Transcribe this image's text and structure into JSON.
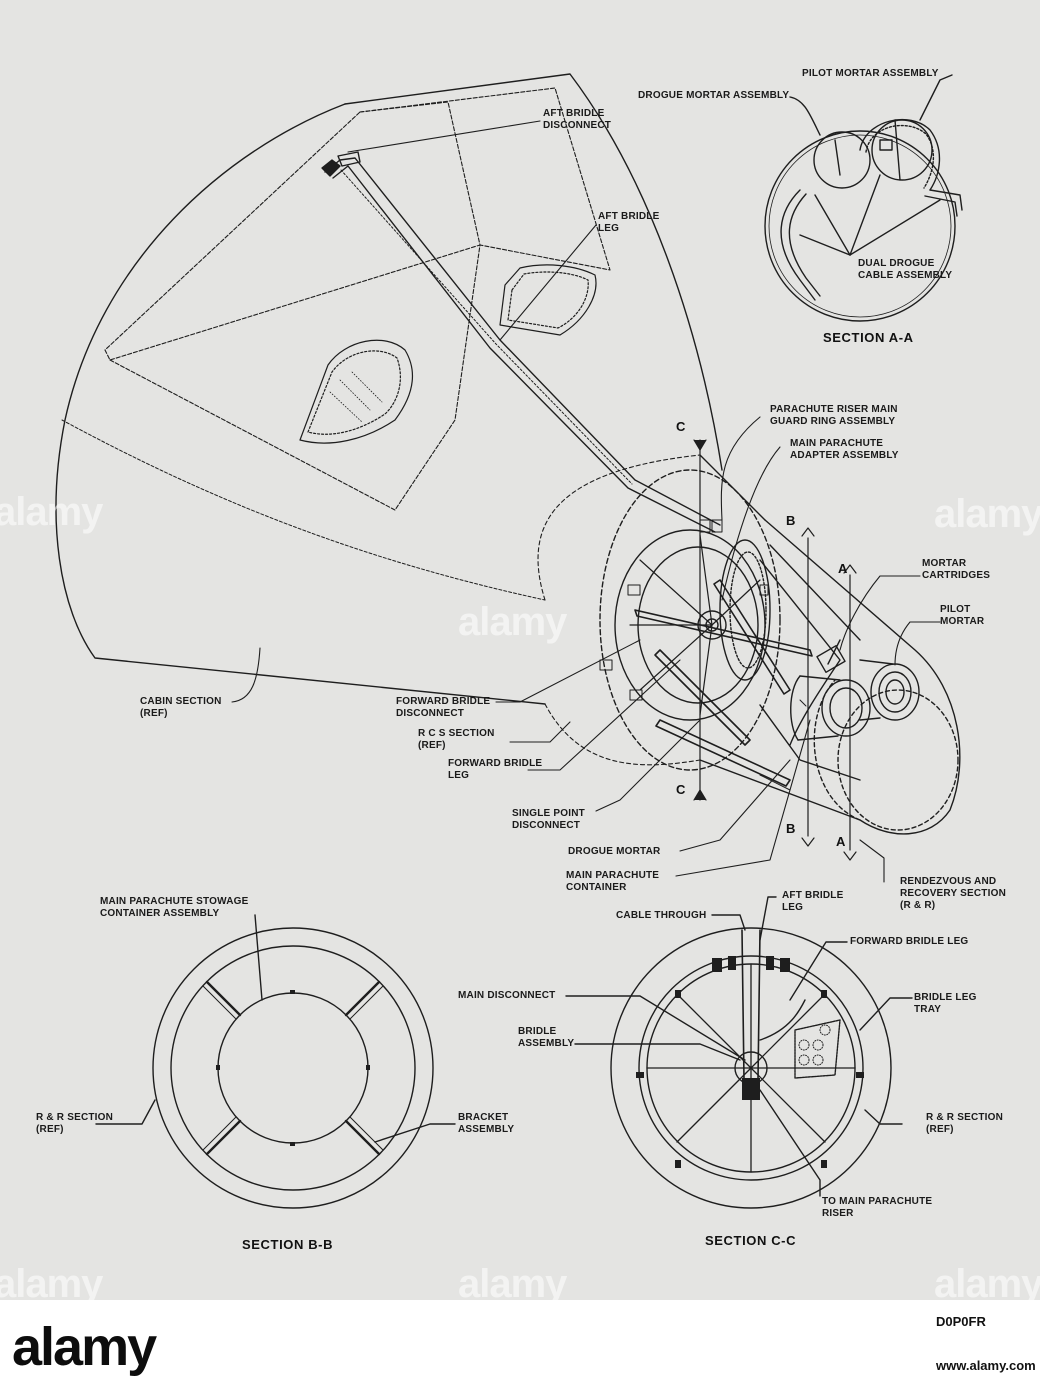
{
  "labels": {
    "aft_bridle_disconnect": [
      "AFT BRIDLE",
      "DISCONNECT"
    ],
    "aft_bridle_leg": [
      "AFT BRIDLE",
      "LEG"
    ],
    "drogue_mortar_assembly": [
      "DROGUE MORTAR ASSEMBLY"
    ],
    "pilot_mortar_assembly": [
      "PILOT MORTAR ASSEMBLY"
    ],
    "dual_drogue_cable_assembly": [
      "DUAL DROGUE",
      "CABLE ASSEMBLY"
    ],
    "riser_guard_ring": [
      "PARACHUTE RISER MAIN",
      "GUARD RING ASSEMBLY"
    ],
    "main_parachute_adapter": [
      "MAIN PARACHUTE",
      "ADAPTER ASSEMBLY"
    ],
    "mortar_cartridges": [
      "MORTAR",
      "CARTRIDGES"
    ],
    "pilot_mortar": [
      "PILOT",
      "MORTAR"
    ],
    "cabin_section": [
      "CABIN SECTION",
      "(REF)"
    ],
    "forward_bridle_disconnect": [
      "FORWARD BRIDLE",
      "DISCONNECT"
    ],
    "rcs_section": [
      "R C S SECTION",
      "(REF)"
    ],
    "forward_bridle_leg": [
      "FORWARD BRIDLE",
      "LEG"
    ],
    "single_point_disconnect": [
      "SINGLE POINT",
      "DISCONNECT"
    ],
    "drogue_mortar": [
      "DROGUE MORTAR"
    ],
    "main_parachute_container": [
      "MAIN PARACHUTE",
      "CONTAINER"
    ],
    "rendezvous_recovery_section": [
      "RENDEZVOUS AND",
      "RECOVERY SECTION",
      "(R & R)"
    ],
    "stowage_container": [
      "MAIN PARACHUTE STOWAGE",
      "CONTAINER ASSEMBLY"
    ],
    "rr_section_bb": [
      "R & R SECTION",
      "(REF)"
    ],
    "bracket_assembly": [
      "BRACKET",
      "ASSEMBLY"
    ],
    "cable_through": [
      "CABLE THROUGH"
    ],
    "aft_bridle_leg_cc": [
      "AFT BRIDLE",
      "LEG"
    ],
    "forward_bridle_leg_cc": [
      "FORWARD BRIDLE LEG"
    ],
    "main_disconnect": [
      "MAIN DISCONNECT"
    ],
    "bridle_leg_tray": [
      "BRIDLE LEG",
      "TRAY"
    ],
    "bridle_assembly": [
      "BRIDLE",
      "ASSEMBLY"
    ],
    "rr_section_cc": [
      "R & R SECTION",
      "(REF)"
    ],
    "to_main_riser": [
      "TO MAIN PARACHUTE",
      "RISER"
    ]
  },
  "section_titles": {
    "aa": "SECTION A-A",
    "bb": "SECTION B-B",
    "cc": "SECTION C-C"
  },
  "cut_markers": {
    "c": "C",
    "b": "B",
    "a": "A"
  },
  "watermark": "alamy",
  "footer": {
    "brand": "alamy",
    "image_id": "D0P0FR",
    "site": "www.alamy.com"
  }
}
